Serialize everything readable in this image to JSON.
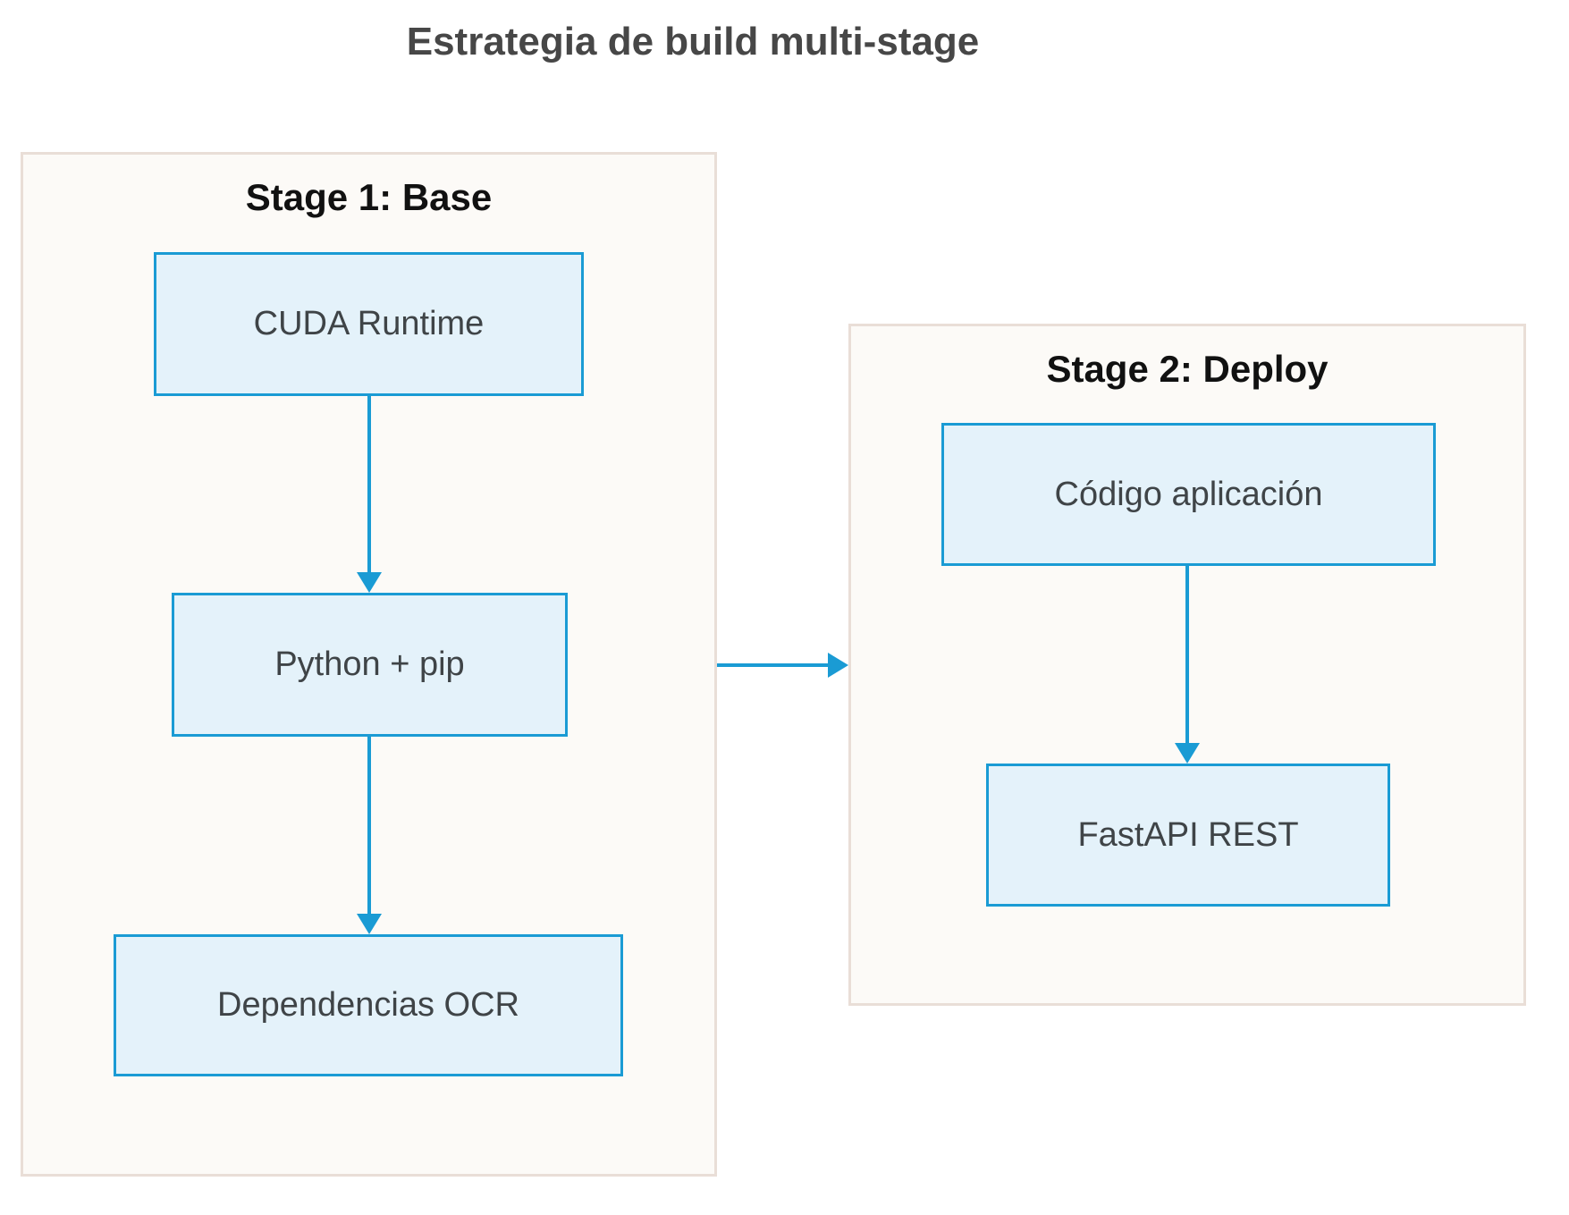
{
  "diagram": {
    "title": "Estrategia de build multi-stage",
    "type": "flowchart",
    "direction": "left-to-right"
  },
  "clusters": [
    {
      "label": "Stage 1: Base",
      "nodes": [
        {
          "label": "CUDA Runtime"
        },
        {
          "label": "Python + pip"
        },
        {
          "label": "Dependencias OCR"
        }
      ]
    },
    {
      "label": "Stage 2: Deploy",
      "nodes": [
        {
          "label": "Código aplicación"
        },
        {
          "label": "FastAPI REST"
        }
      ]
    }
  ],
  "edges": [
    {
      "from": "CUDA Runtime",
      "to": "Python + pip",
      "direction": "down"
    },
    {
      "from": "Python + pip",
      "to": "Dependencias OCR",
      "direction": "down"
    },
    {
      "from": "Código aplicación",
      "to": "FastAPI REST",
      "direction": "down"
    },
    {
      "from": "Stage 1: Base",
      "to": "Stage 2: Deploy",
      "direction": "right"
    }
  ],
  "colors": {
    "background": "#ffffff",
    "cluster_fill": "#fcfaf7",
    "cluster_border": "#e9ded7",
    "node_fill": "#e4f2fa",
    "node_border": "#1a9bd4",
    "edge": "#1a9bd4",
    "node_text": "#3f4447",
    "cluster_label_text": "#111111",
    "title_text": "#474747"
  }
}
